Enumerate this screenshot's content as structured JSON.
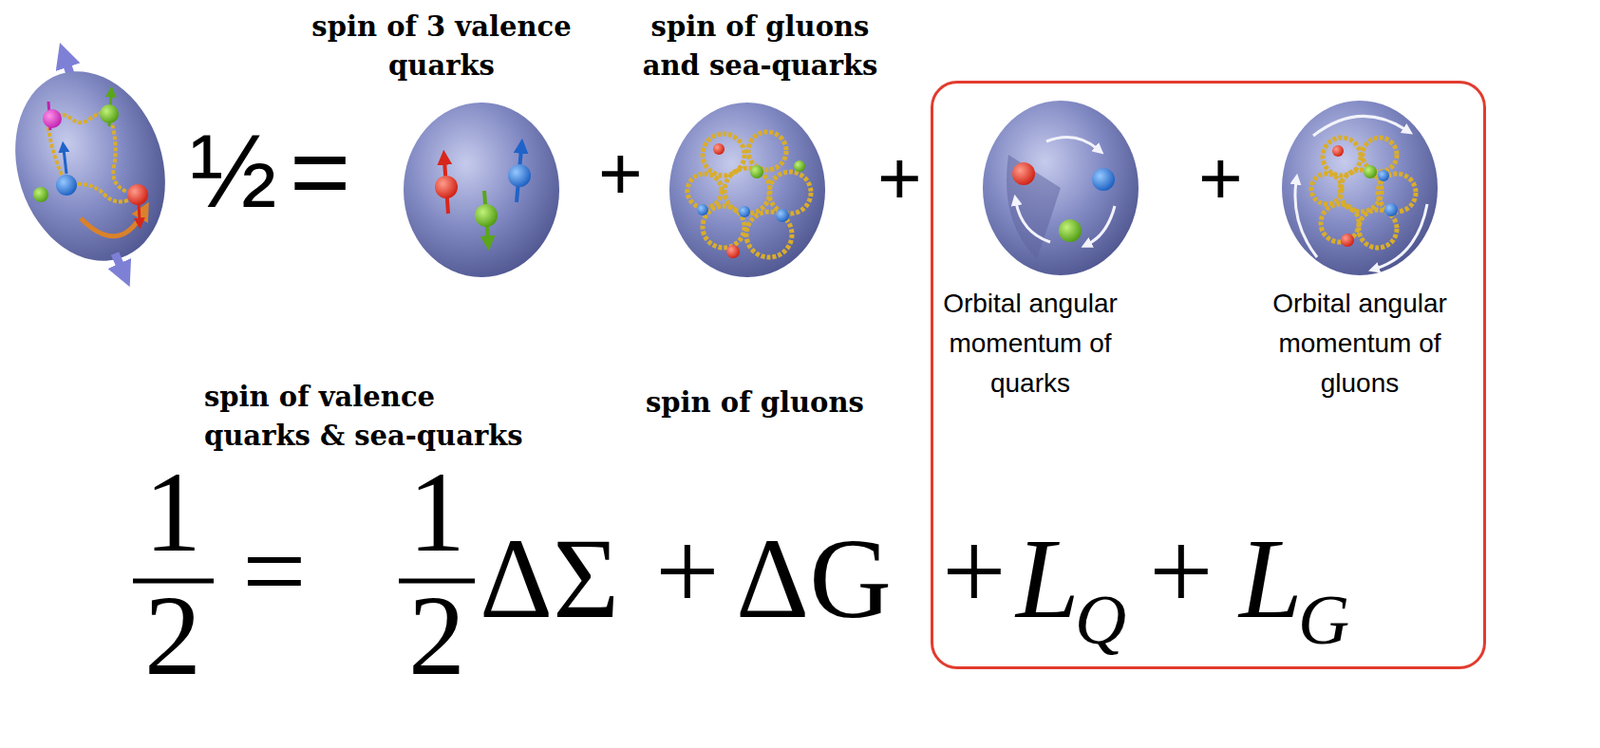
{
  "diagram": {
    "nodes": [
      {
        "text": [
          "spin of 3 valence quarks"
        ]
      },
      {
        "text": [
          "spin of gluons and sea-quarks"
        ]
      },
      {
        "text": [
          "+",
          "+",
          "L",
          "Q",
          "+",
          "L",
          "G"
        ]
      },
      {
        "text": [
          "Orbital angular momentum of quarks"
        ],
        "in": 2
      },
      {
        "text": [
          "Orbital angular momentum of gluons"
        ],
        "in": 2
      }
    ],
    "labels": [
      "½",
      "=",
      "+",
      "+",
      "spin of valence quarks & sea-quarks",
      "spin of gluons",
      "1",
      "2",
      "=",
      "1",
      "2",
      "ΔΣ",
      "+",
      "ΔG"
    ]
  }
}
